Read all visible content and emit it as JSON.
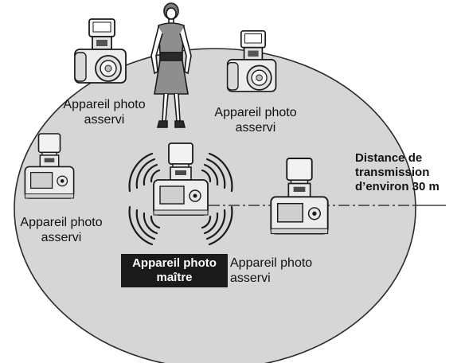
{
  "diagram": {
    "slave_labels": [
      {
        "line1": "Appareil photo",
        "line2": "asservi"
      },
      {
        "line1": "Appareil photo",
        "line2": "asservi"
      },
      {
        "line1": "Appareil photo",
        "line2": "asservi"
      },
      {
        "line1": "Appareil photo",
        "line2": "asservi"
      }
    ],
    "master_label": {
      "line1": "Appareil photo",
      "line2": "maître"
    },
    "distance_label": {
      "line1": "Distance de",
      "line2": "transmission",
      "line3": "d’environ 30 m"
    },
    "icons": [
      "camera-with-flash-icon",
      "person-figure-icon",
      "wireless-signal-icon"
    ],
    "colors": {
      "circle_fill": "#d6d6d6",
      "camera_body": "#e8e8e8",
      "outline": "#1a1a1a",
      "master_label_bg": "#1a1a1a"
    }
  }
}
